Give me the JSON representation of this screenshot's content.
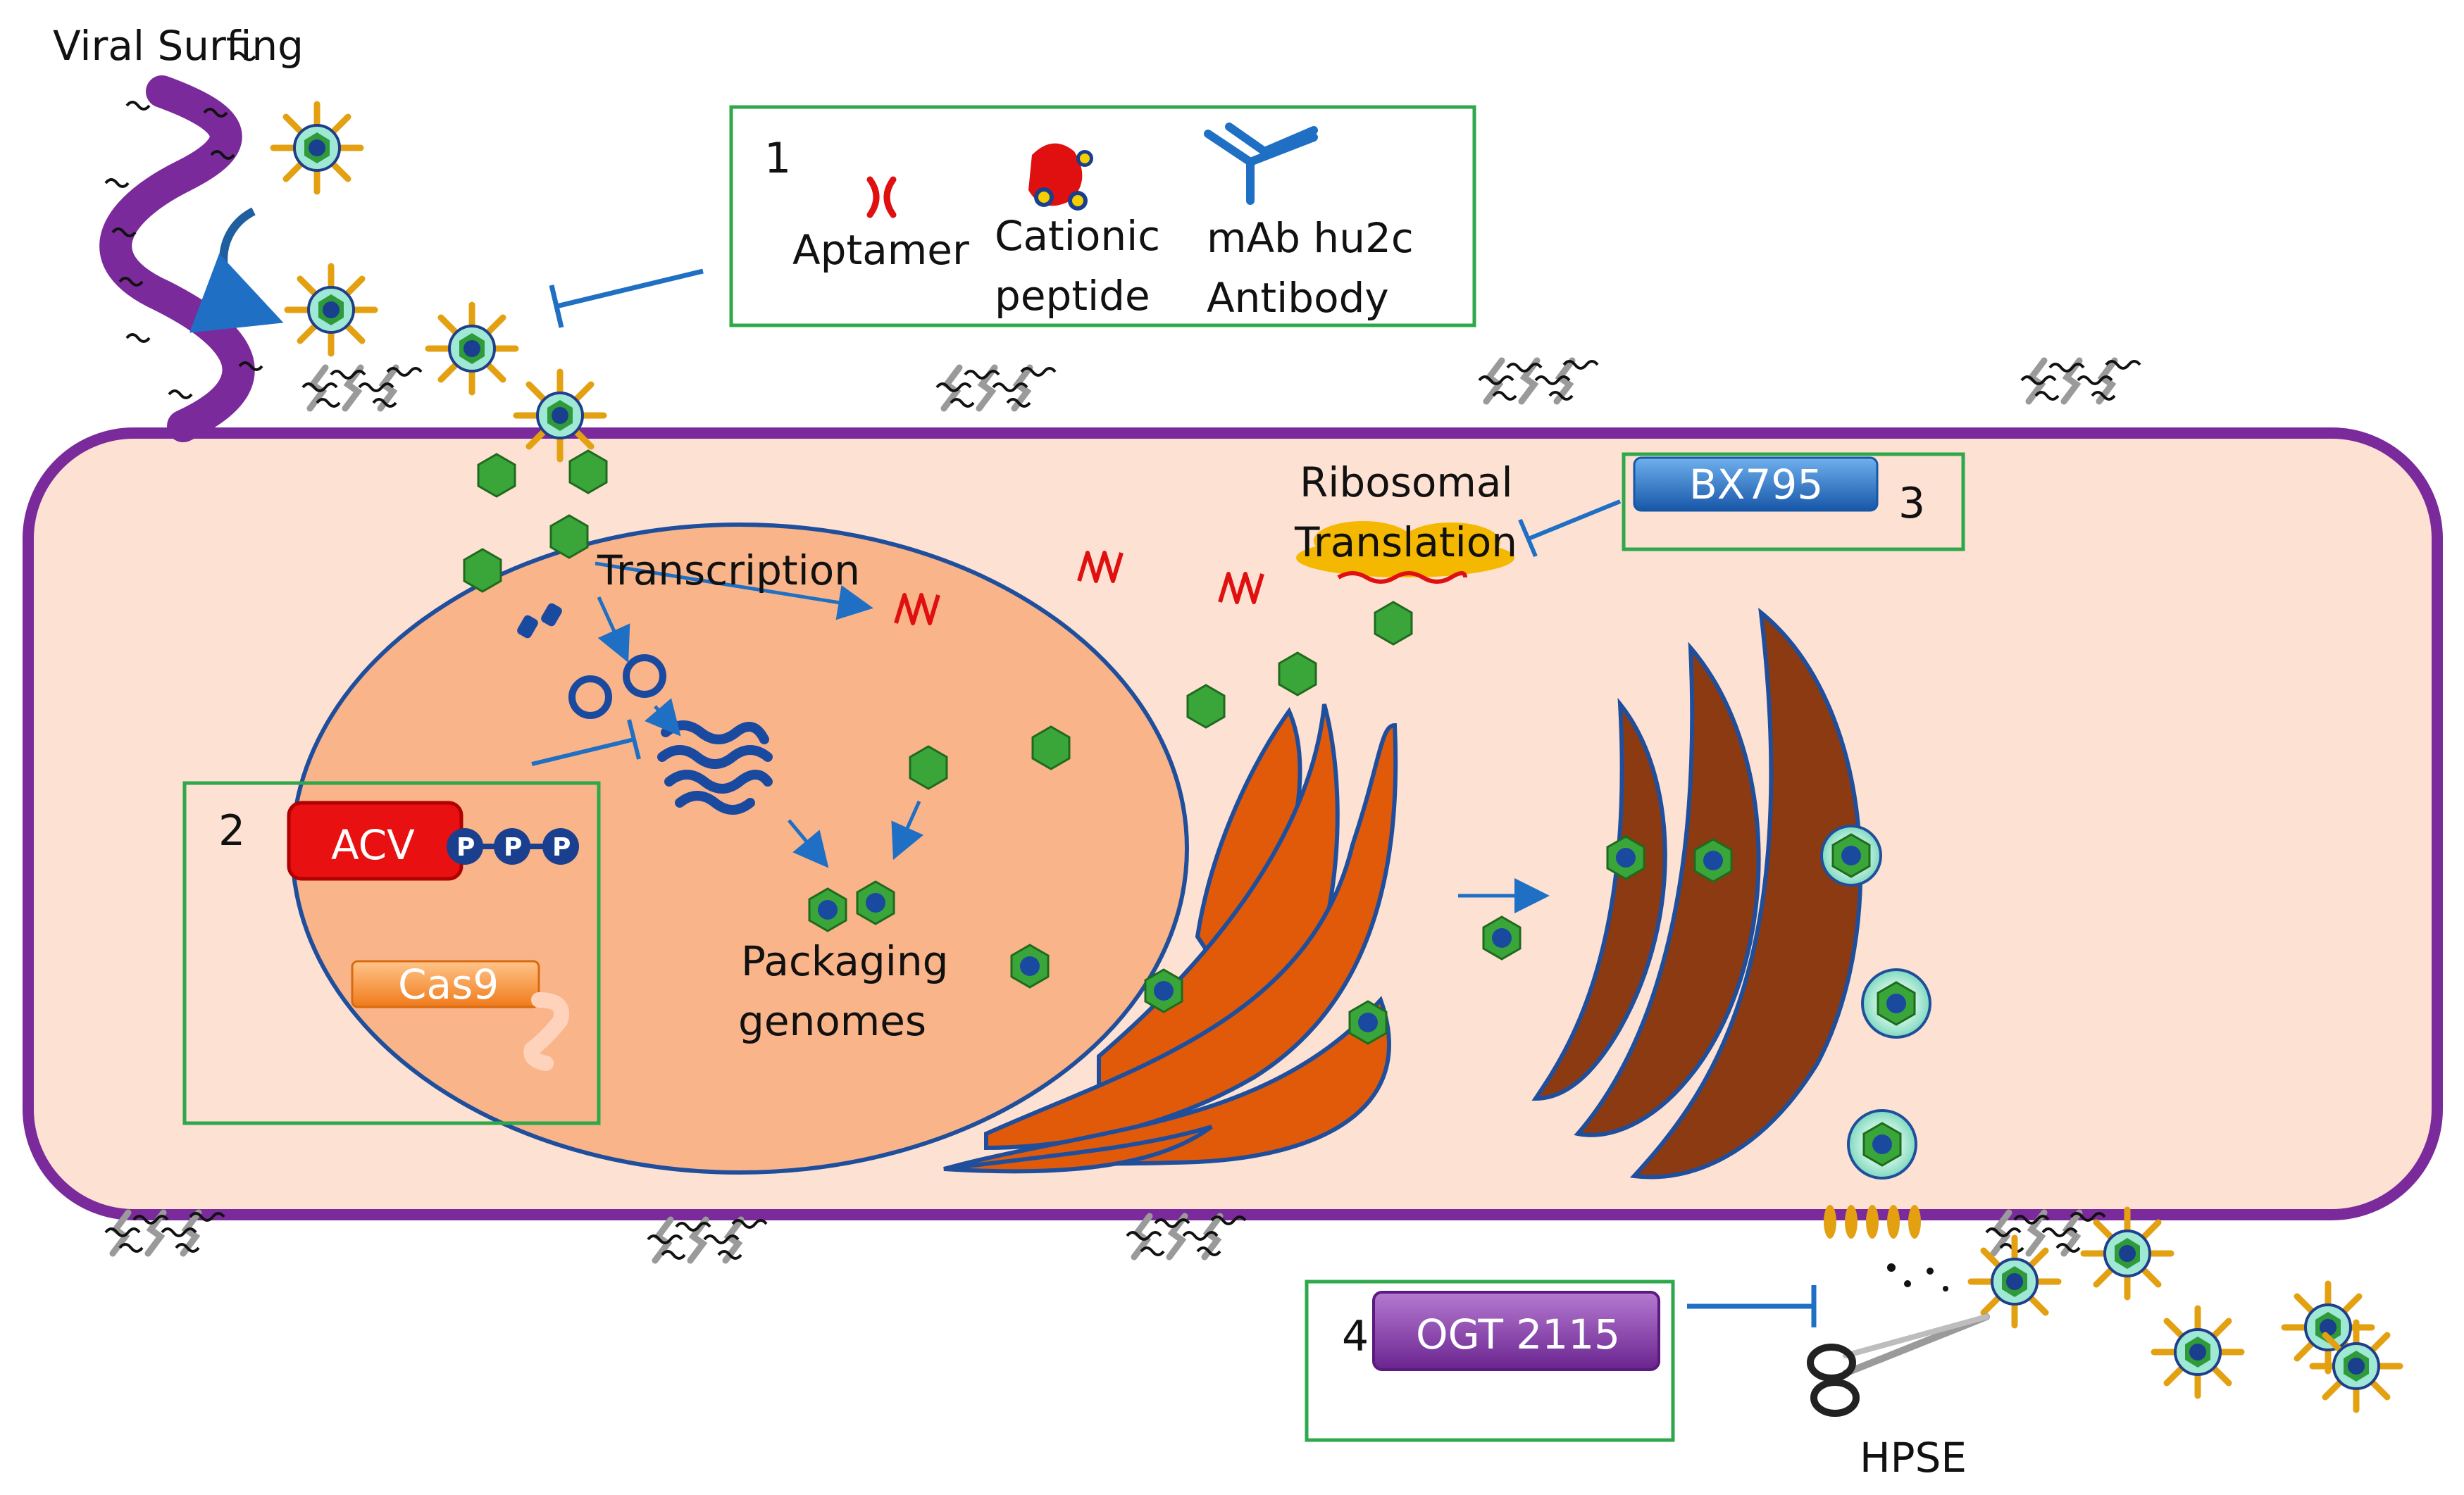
{
  "labels": {
    "viral_surfing": "Viral Surfing",
    "transcription": "Transcription",
    "ribosomal": "Ribosomal",
    "translation": "Translation",
    "packaging_line1": "Packaging",
    "packaging_line2": "genomes",
    "hpse": "HPSE"
  },
  "box1": {
    "number": "1",
    "aptamer": "Aptamer",
    "cationic_line1": "Cationic",
    "cationic_line2": "peptide",
    "mab_line1": "mAb hu2c",
    "mab_line2": "Antibody"
  },
  "box2": {
    "number": "2",
    "acv": "ACV",
    "phosphate": "P",
    "cas9": "Cas9"
  },
  "box3": {
    "number": "3",
    "drug": "BX795"
  },
  "box4": {
    "number": "4",
    "drug": "OGT 2115"
  },
  "colors": {
    "cell_membrane": "#7b2a9b",
    "cytoplasm": "#fde1d3",
    "nucleus": "#f9b48a",
    "er": "#e05a0a",
    "golgi": "#8b3a12",
    "capsid": "#2e8b2e",
    "box_border": "#2ea84a",
    "arrow": "#1f6fc4",
    "mrna": "#e01010"
  }
}
